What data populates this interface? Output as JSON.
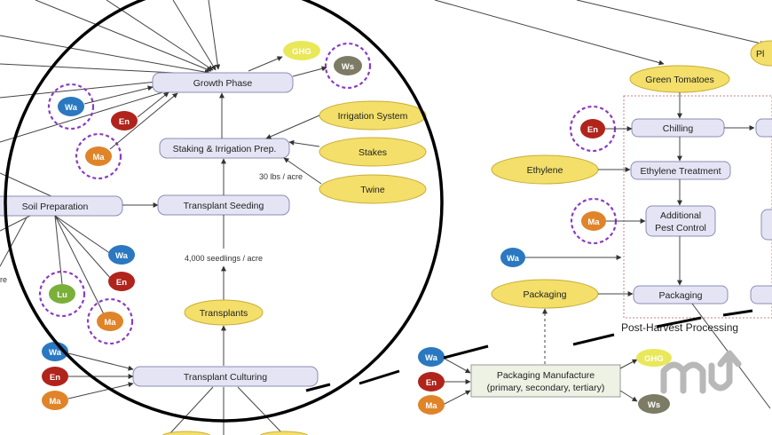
{
  "diagram": {
    "left_process_nodes": {
      "growth_phase": "Growth Phase",
      "staking": "Staking & Irrigation Prep.",
      "soil_preparation": "Soil  Preparation",
      "transplant_seeding": "Transplant Seeding",
      "transplant_culturing": "Transplant Culturing"
    },
    "left_input_nodes": {
      "irrigation_system": "Irrigation System",
      "stakes": "Stakes",
      "twine": "Twine",
      "transplants": "Transplants"
    },
    "notes": {
      "twine_rate": "30 lbs / acre",
      "seedling_rate": "4,000 seedlings / acre"
    },
    "right_process_nodes": {
      "chilling": "Chilling",
      "ethylene_treatment": "Ethylene Treatment",
      "additional_pest_control_line1": "Additional",
      "additional_pest_control_line2": "Pest Control",
      "packaging": "Packaging",
      "packaging_manufacture_line1": "Packaging Manufacture",
      "packaging_manufacture_line2": "(primary, secondary, tertiary)"
    },
    "right_input_nodes": {
      "green_tomatoes": "Green  Tomatoes",
      "ethylene": "Ethylene",
      "packaging": "Packaging",
      "partial_top_right": "Pl"
    },
    "group_label": "Post-Harvest Processing",
    "resource_labels": {
      "water": "Wa",
      "energy": "En",
      "materials": "Ma",
      "land_use": "Lu",
      "waste": "Ws",
      "ghg": "GHG"
    },
    "colors": {
      "water": "#2a78c0",
      "energy": "#b0241c",
      "materials": "#e0842a",
      "land_use": "#7ab03a",
      "waste": "#7c7c66",
      "ghg": "#e8e85a",
      "input_fill": "#f3df6a",
      "process_fill": "#e4e4f4",
      "highlight_ring": "#8a3cc4"
    },
    "logo_text": "mu"
  }
}
